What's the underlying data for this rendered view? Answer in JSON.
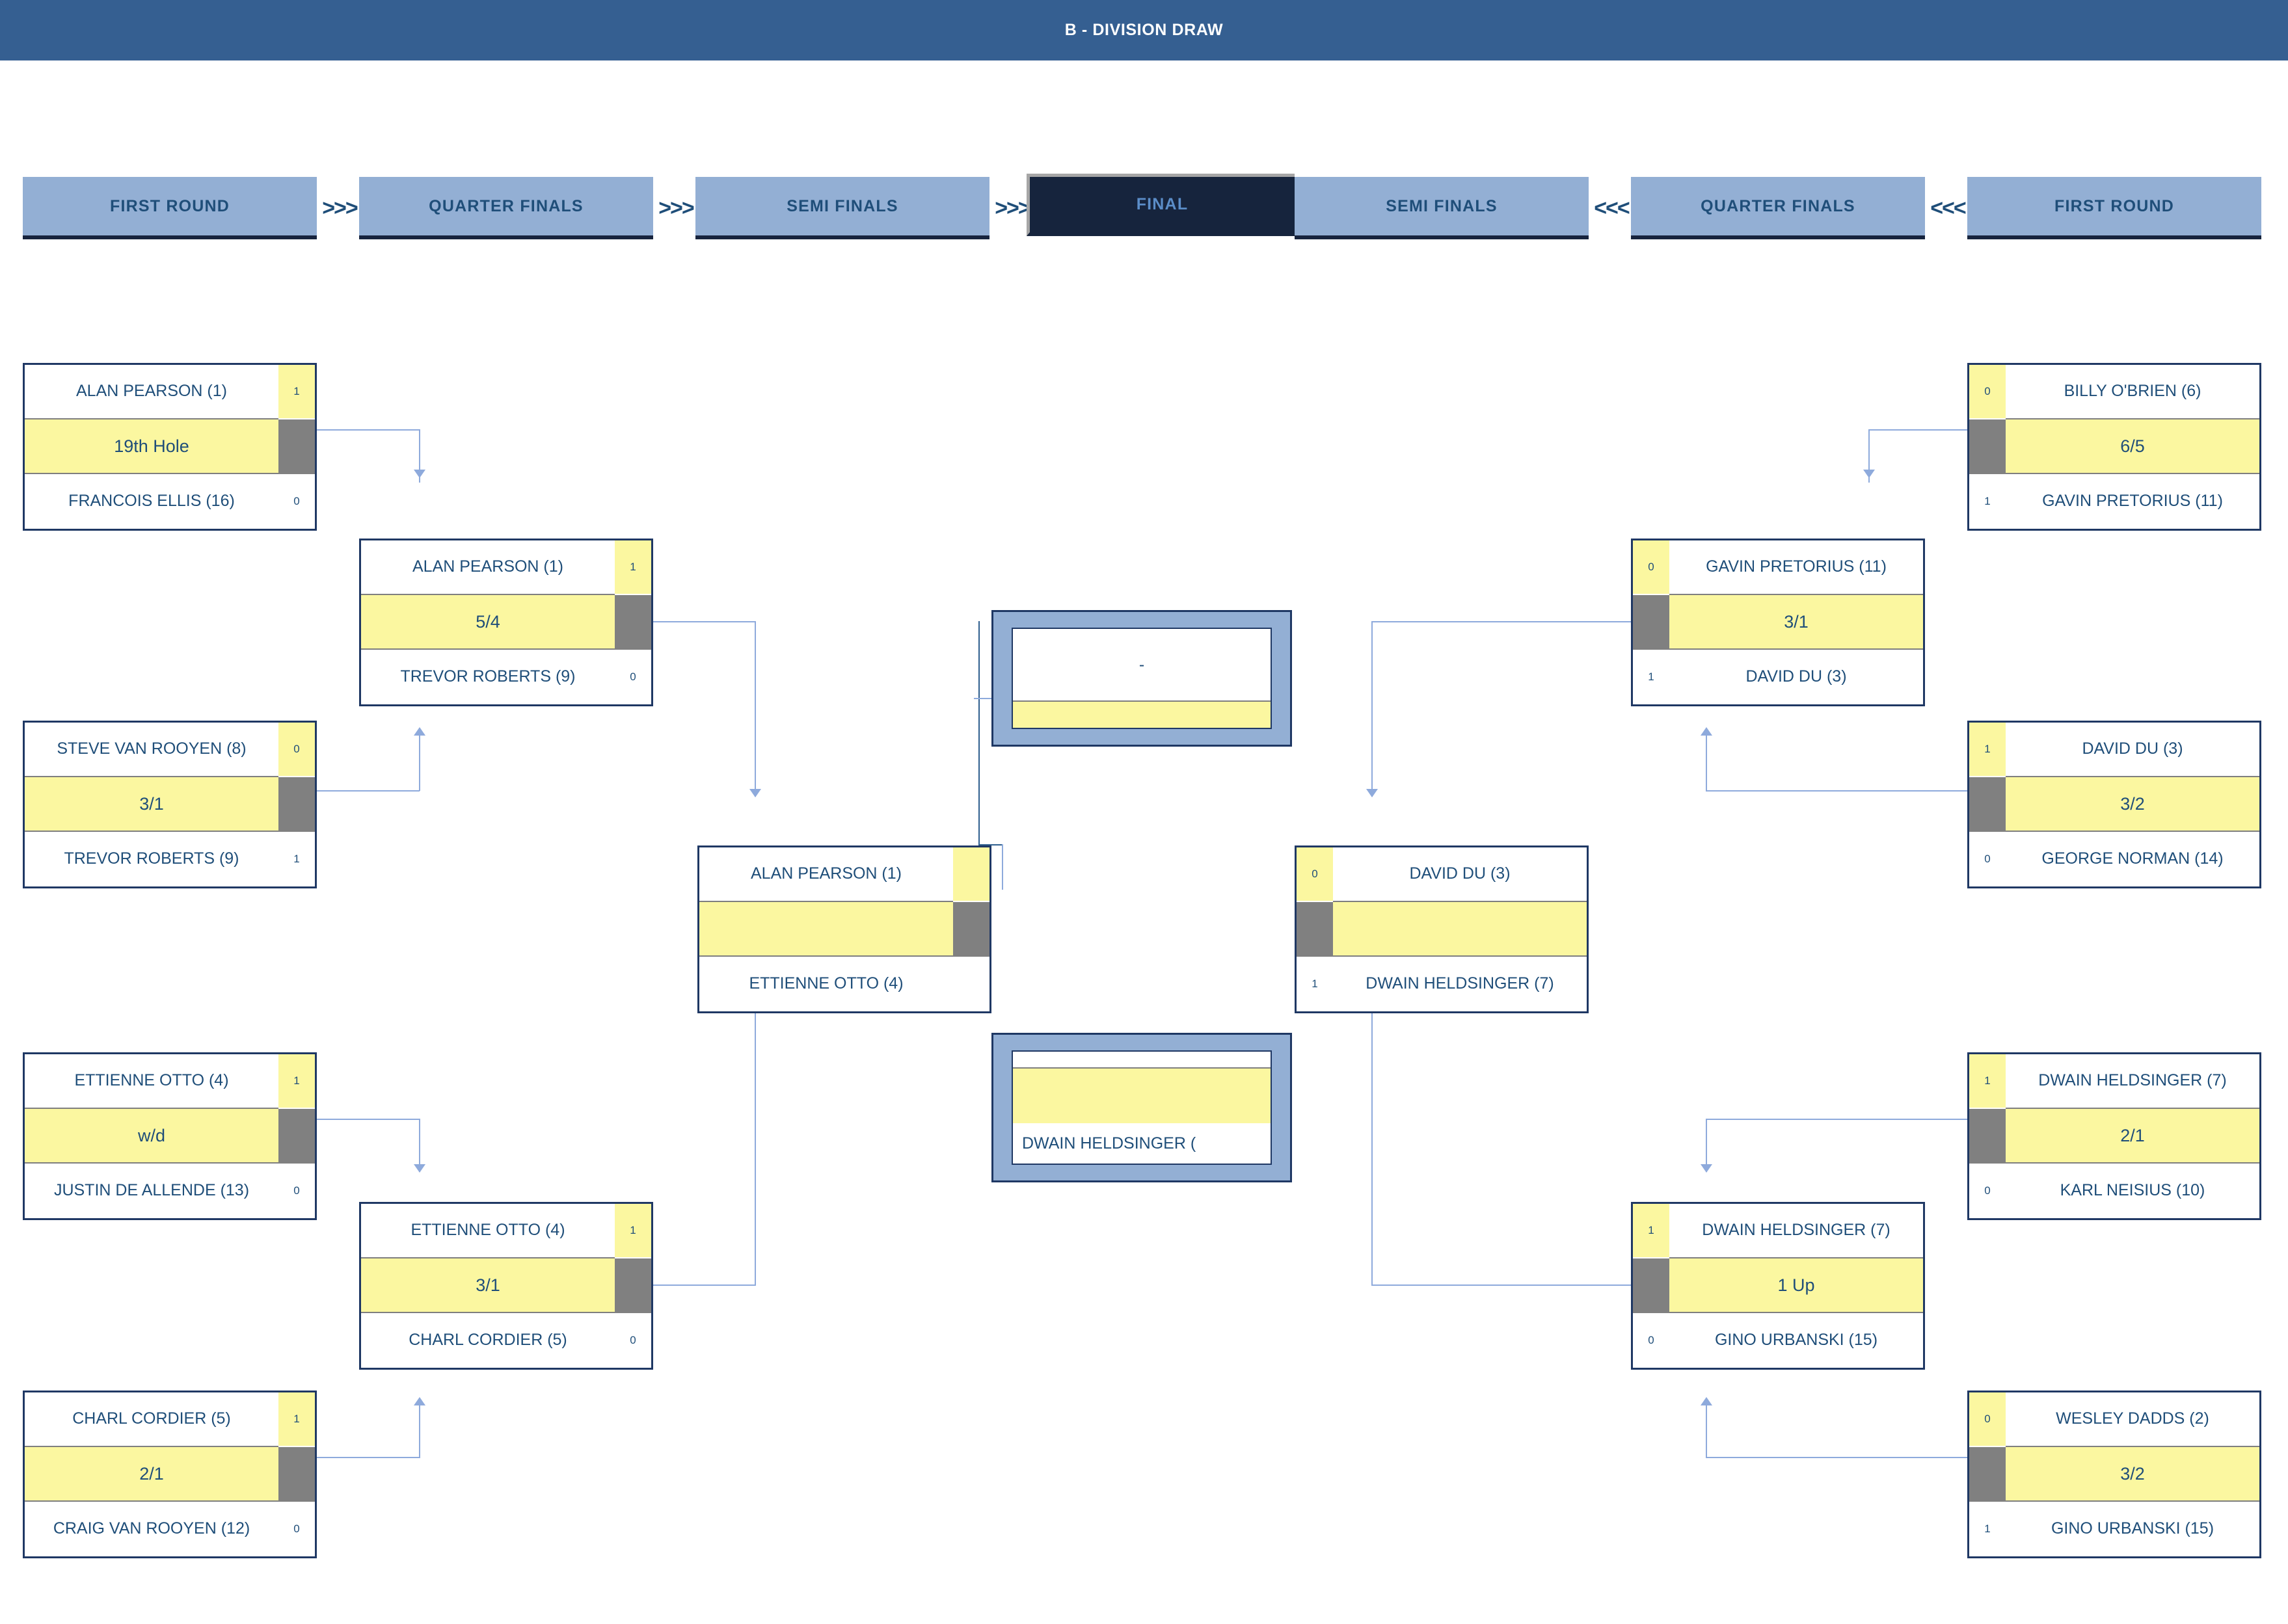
{
  "header": {
    "title": "B - DIVISION DRAW"
  },
  "rounds": {
    "left": [
      {
        "label": "FIRST ROUND"
      },
      {
        "label": "QUARTER FINALS"
      },
      {
        "label": "SEMI FINALS"
      }
    ],
    "center": {
      "label": "FINAL"
    },
    "right": [
      {
        "label": "SEMI FINALS"
      },
      {
        "label": "QUARTER FINALS"
      },
      {
        "label": "FIRST ROUND"
      }
    ],
    "chevron_right": ">>>",
    "chevron_left": "<<<"
  },
  "matches": {
    "left_r1": [
      {
        "top_name": "ALAN PEARSON (1)",
        "top_score": "1",
        "result": "19th Hole",
        "bottom_name": "FRANCOIS ELLIS (16)",
        "bottom_score": "0"
      },
      {
        "top_name": "STEVE VAN ROOYEN (8)",
        "top_score": "0",
        "result": "3/1",
        "bottom_name": "TREVOR ROBERTS (9)",
        "bottom_score": "1"
      },
      {
        "top_name": "ETTIENNE OTTO (4)",
        "top_score": "1",
        "result": "w/d",
        "bottom_name": "JUSTIN DE ALLENDE (13)",
        "bottom_score": "0"
      },
      {
        "top_name": "CHARL CORDIER (5)",
        "top_score": "1",
        "result": "2/1",
        "bottom_name": "CRAIG VAN ROOYEN (12)",
        "bottom_score": "0"
      }
    ],
    "left_qf": [
      {
        "top_name": "ALAN PEARSON (1)",
        "top_score": "1",
        "result": "5/4",
        "bottom_name": "TREVOR ROBERTS (9)",
        "bottom_score": "0"
      },
      {
        "top_name": "ETTIENNE OTTO (4)",
        "top_score": "1",
        "result": "3/1",
        "bottom_name": "CHARL CORDIER (5)",
        "bottom_score": "0"
      }
    ],
    "left_sf": [
      {
        "top_name": "ALAN PEARSON (1)",
        "top_score": "",
        "result": "",
        "bottom_name": "ETTIENNE OTTO (4)",
        "bottom_score": ""
      }
    ],
    "right_sf": [
      {
        "top_name": "DAVID DU (3)",
        "top_score": "0",
        "result": "",
        "bottom_name": "DWAIN HELDSINGER (7)",
        "bottom_score": "1"
      }
    ],
    "right_qf": [
      {
        "top_name": "GAVIN PRETORIUS (11)",
        "top_score": "0",
        "result": "3/1",
        "bottom_name": "DAVID DU (3)",
        "bottom_score": "1"
      },
      {
        "top_name": "DWAIN HELDSINGER (7)",
        "top_score": "1",
        "result": "1 Up",
        "bottom_name": "GINO URBANSKI (15)",
        "bottom_score": "0"
      }
    ],
    "right_r1": [
      {
        "top_name": "BILLY O'BRIEN (6)",
        "top_score": "0",
        "result": "6/5",
        "bottom_name": "GAVIN PRETORIUS (11)",
        "bottom_score": "1"
      },
      {
        "top_name": "DAVID DU (3)",
        "top_score": "1",
        "result": "3/2",
        "bottom_name": "GEORGE NORMAN (14)",
        "bottom_score": "0"
      },
      {
        "top_name": "DWAIN HELDSINGER (7)",
        "top_score": "1",
        "result": "2/1",
        "bottom_name": "KARL NEISIUS (10)",
        "bottom_score": "0"
      },
      {
        "top_name": "WESLEY DADDS (2)",
        "top_score": "0",
        "result": "3/2",
        "bottom_name": "GINO URBANSKI (15)",
        "bottom_score": "1"
      }
    ]
  },
  "final": {
    "top_box": {
      "name": "",
      "result": "-"
    },
    "bottom_box": {
      "result": "",
      "name": "DWAIN HELDSINGER ("
    }
  },
  "colors": {
    "title_bar": "#355F91",
    "round_header": "#93AFD4",
    "final_header": "#16243D",
    "text_blue": "#1F4E79",
    "highlight_yellow": "#FBF7A0",
    "grey_cell": "#808080",
    "border_navy": "#1F3864",
    "connector": "#8EAADC"
  }
}
